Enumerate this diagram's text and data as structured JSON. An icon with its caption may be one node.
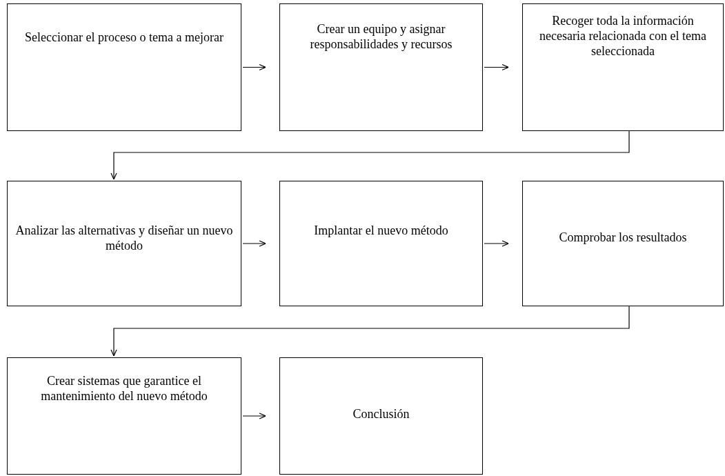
{
  "diagram": {
    "nodes": [
      {
        "text": [
          "Seleccionar el proceso o tema a mejorar"
        ]
      },
      {
        "text": [
          "Crear un equipo y asignar responsabilidades y recursos"
        ]
      },
      {
        "text": [
          "Recoger toda la información necesaria relacionada con el tema seleccionada"
        ]
      },
      {
        "text": [
          "Analizar las alternativas y diseñar un nuevo método"
        ]
      },
      {
        "text": [
          "Implantar el nuevo método"
        ]
      },
      {
        "text": [
          "Comprobar los resultados"
        ]
      },
      {
        "text": [
          "Crear sistemas que garantice el mantenimiento del nuevo método"
        ]
      },
      {
        "text": [
          "Conclusión"
        ]
      }
    ],
    "edges": [
      {
        "from": 0,
        "to": 1,
        "arrow": "to"
      },
      {
        "from": 1,
        "to": 2,
        "arrow": "to"
      },
      {
        "from": 2,
        "to": 3,
        "arrow": "to"
      },
      {
        "from": 3,
        "to": 4,
        "arrow": "to"
      },
      {
        "from": 4,
        "to": 5,
        "arrow": "to"
      },
      {
        "from": 5,
        "to": 6,
        "arrow": "to"
      },
      {
        "from": 6,
        "to": 7,
        "arrow": "to"
      }
    ]
  }
}
